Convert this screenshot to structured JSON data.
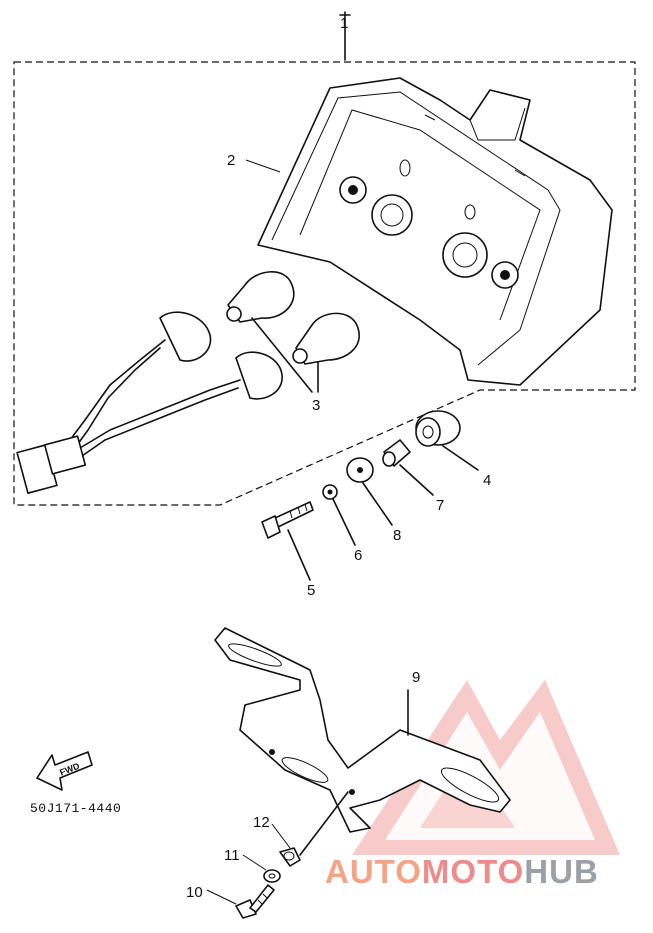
{
  "diagram": {
    "callouts": {
      "c1": "1",
      "c2": "2",
      "c3": "3",
      "c4": "4",
      "c5": "5",
      "c6": "6",
      "c7": "7",
      "c8": "8",
      "c9": "9",
      "c10": "10",
      "c11": "11",
      "c12": "12"
    },
    "fwd_label": "FWD",
    "diagram_code": "50J171-4440"
  },
  "watermark": {
    "part_a": "AUTO",
    "part_b": "MOTO",
    "part_c": "HUB",
    "colors": {
      "orange": "#f4a384",
      "red": "#ef8a8a",
      "gray": "#9aa0a6"
    }
  }
}
